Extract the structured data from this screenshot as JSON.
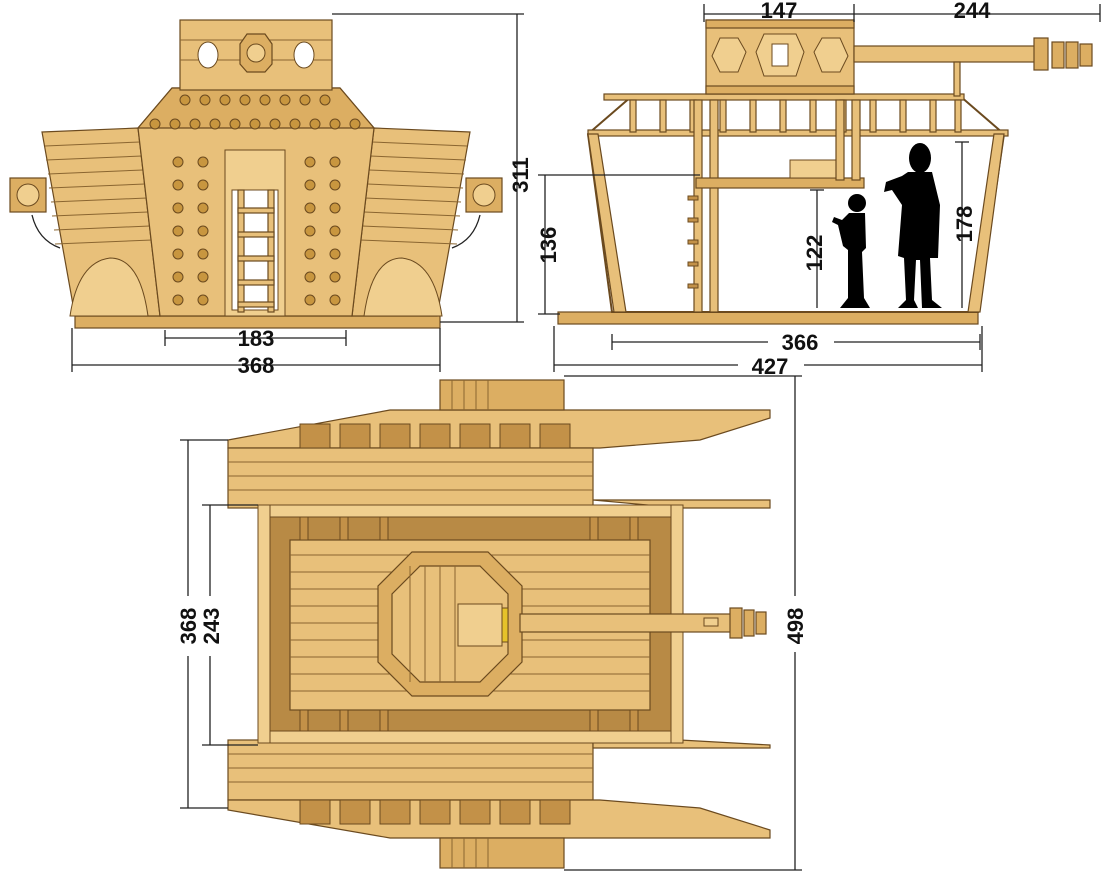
{
  "dimensions": {
    "front_inner_width": "183",
    "front_total_width": "368",
    "front_height": "311",
    "side_platform_height": "136",
    "side_cabin_width": "147",
    "side_barrel_length": "244",
    "child_height": "122",
    "adult_height": "178",
    "side_base_width": "366",
    "side_total_width": "427",
    "top_inner_width": "243",
    "top_outer_width": "368",
    "top_total_length": "498"
  },
  "colors": {
    "wood_light": "#f0cf8f",
    "wood_mid": "#e8c07a",
    "wood_dark": "#c39148",
    "outline": "#6b4a1f",
    "silhouette": "#000000"
  }
}
